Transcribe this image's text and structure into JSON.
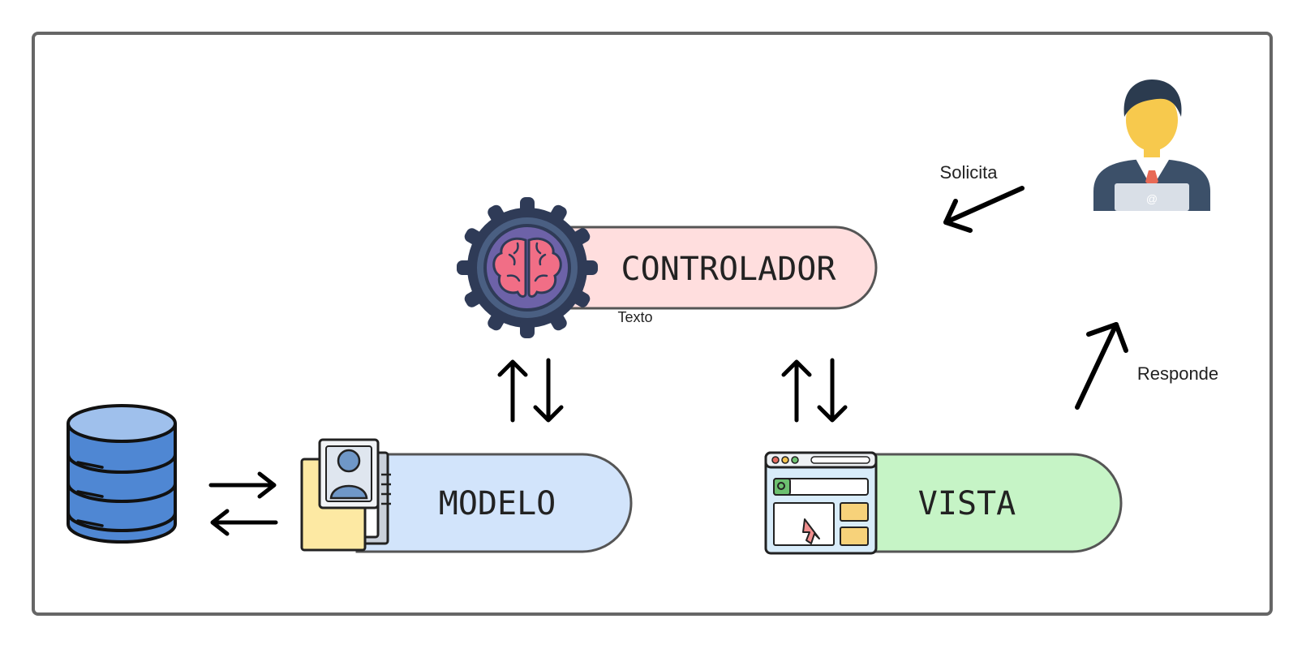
{
  "diagram": {
    "nodes": {
      "controller": {
        "label": "CONTROLADOR",
        "fill": "#ffdede",
        "stroke": "#555555"
      },
      "model": {
        "label": "MODELO",
        "fill": "#d2e4fb",
        "stroke": "#555555"
      },
      "view": {
        "label": "VISTA",
        "fill": "#c6f4c6",
        "stroke": "#555555"
      }
    },
    "annotations": {
      "controller_caption": "Texto",
      "request": "Solicita",
      "response": "Responde"
    },
    "icons": {
      "database": "database-icon",
      "document": "document-folder-icon",
      "brain_gear": "brain-gear-icon",
      "browser": "browser-window-icon",
      "user": "user-with-laptop-icon"
    },
    "colors": {
      "frame": "#666666",
      "arrow": "#000000",
      "database": "#4f87d3",
      "brain": "#f16e86",
      "gear": "#2f3b57"
    }
  }
}
